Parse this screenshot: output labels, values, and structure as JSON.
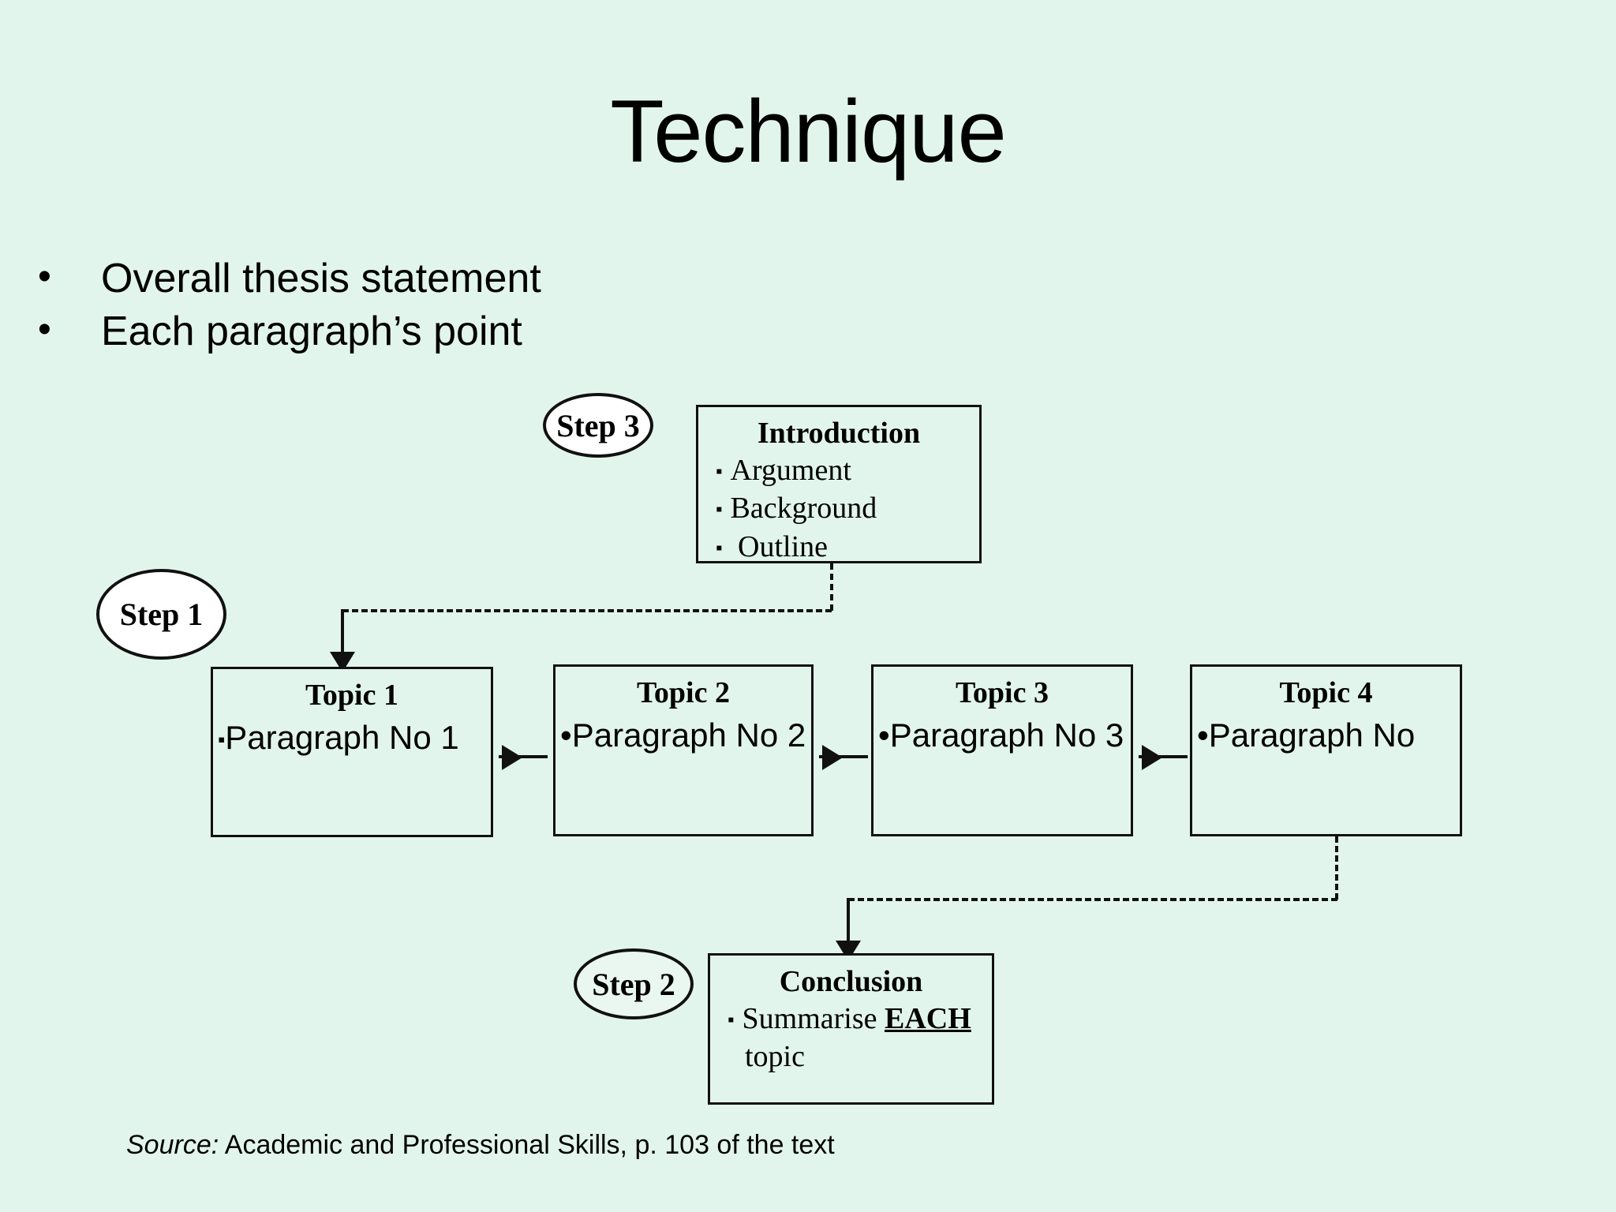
{
  "slide": {
    "title": "Technique",
    "background_color": "#e2f5ec",
    "ink_color": "#000000"
  },
  "bullets": [
    {
      "marker": "•",
      "text": "Overall thesis statement"
    },
    {
      "marker": "•",
      "text": "Each paragraph’s point"
    }
  ],
  "steps": [
    {
      "id": "step1",
      "label": "Step 1",
      "fill": "#ffffff"
    },
    {
      "id": "step2",
      "label": "Step 2",
      "fill": "#e9f7f0"
    },
    {
      "id": "step3",
      "label": "Step 3",
      "fill": "#ffffff"
    }
  ],
  "introduction_box": {
    "title": "Introduction",
    "bullet_marker": "▪",
    "items": [
      "Argument",
      "Background",
      "Outline"
    ]
  },
  "topics": [
    {
      "title": "Topic 1",
      "marker": "▪",
      "line": "Paragraph No 1"
    },
    {
      "title": "Topic 2",
      "marker": "•",
      "line": "Paragraph No 2"
    },
    {
      "title": "Topic 3",
      "marker": "•",
      "line": "Paragraph No 3"
    },
    {
      "title": "Topic 4",
      "marker": "•",
      "line": "Paragraph No"
    }
  ],
  "conclusion_box": {
    "title": "Conclusion",
    "bullet_marker": "▪",
    "line_prefix": "Summarise ",
    "line_emphasis": "EACH",
    "line_suffix": "topic"
  },
  "source": {
    "label": "Source:",
    "text": "Academic and Professional Skills, p. 103 of the text"
  }
}
